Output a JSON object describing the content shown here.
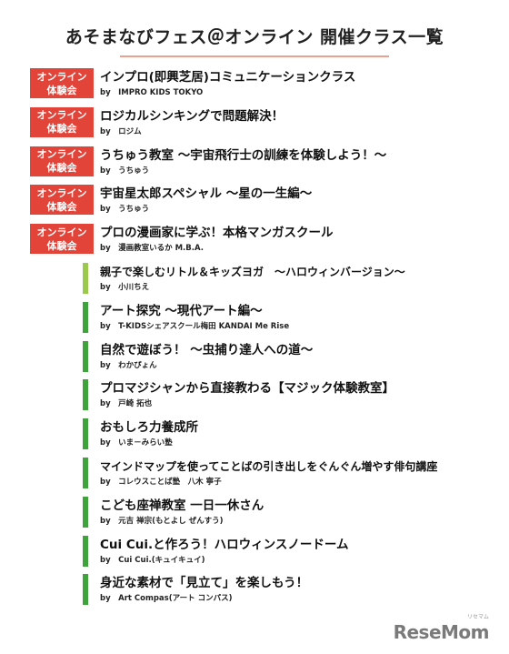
{
  "title": "あそまなびフェス＠オンライン 開催クラス一覧",
  "accent_colors": {
    "badge": "#e2443a",
    "bar_light": "#9ac94c",
    "bar_dark": "#3fa33b",
    "title_rule": "#e8a090"
  },
  "badge_label": {
    "line1": "オンライン",
    "line2": "体験会"
  },
  "classes": [
    {
      "title": "インプロ(即興芝居)コミュニケーションクラス",
      "by": "by　IMPRO KIDS TOKYO",
      "kind": "badge"
    },
    {
      "title": "ロジカルシンキングで問題解決！",
      "by": "by　ロジム",
      "kind": "badge"
    },
    {
      "title": "うちゅう教室 ～宇宙飛行士の訓練を体験しよう！～",
      "by": "by　うちゅう",
      "kind": "badge"
    },
    {
      "title": "宇宙星太郎スペシャル ～星の一生編～",
      "by": "by　うちゅう",
      "kind": "badge"
    },
    {
      "title": "プロの漫画家に学ぶ！本格マンガスクール",
      "by": "by　漫画教室いるか M.B.A.",
      "kind": "badge"
    },
    {
      "title": "親子で楽しむリトル＆キッズヨガ　～ハロウィンバージョン～",
      "by": "by　小川ちえ",
      "kind": "bar_light"
    },
    {
      "title": "アート探究 ～現代アート編～",
      "by": "by　T-KIDSシェアスクール梅田 KANDAI Me Rise",
      "kind": "bar_dark"
    },
    {
      "title": "自然で遊ぼう！ ～虫捕り達人への道～",
      "by": "by　わかぴょん",
      "kind": "bar_dark"
    },
    {
      "title": "プロマジシャンから直接教わる【マジック体験教室】",
      "by": "by　戸崎 拓也",
      "kind": "bar_dark"
    },
    {
      "title": "おもしろ力養成所",
      "by": "by　いま－みらい塾",
      "kind": "bar_dark"
    },
    {
      "title": "マインドマップを使ってことばの引き出しをぐんぐん増やす俳句講座",
      "by": "by　コレウスことば塾　八木 寧子",
      "kind": "bar_dark"
    },
    {
      "title": "こども座禅教室 一日一休さん",
      "by": "by　元吉 禅宗(もとよし ぜんすう)",
      "kind": "bar_dark"
    },
    {
      "title": "Cui Cui.と作ろう！ハロウィンスノードーム",
      "by": "by　Cui Cui.(キュイキュイ)",
      "kind": "bar_dark"
    },
    {
      "title": "身近な素材で「見立て」を楽しもう！",
      "by": "by　Art Compas(アート コンパス)",
      "kind": "bar_dark"
    }
  ],
  "logo": {
    "text": "ReseMom",
    "sup": "リセマム"
  }
}
